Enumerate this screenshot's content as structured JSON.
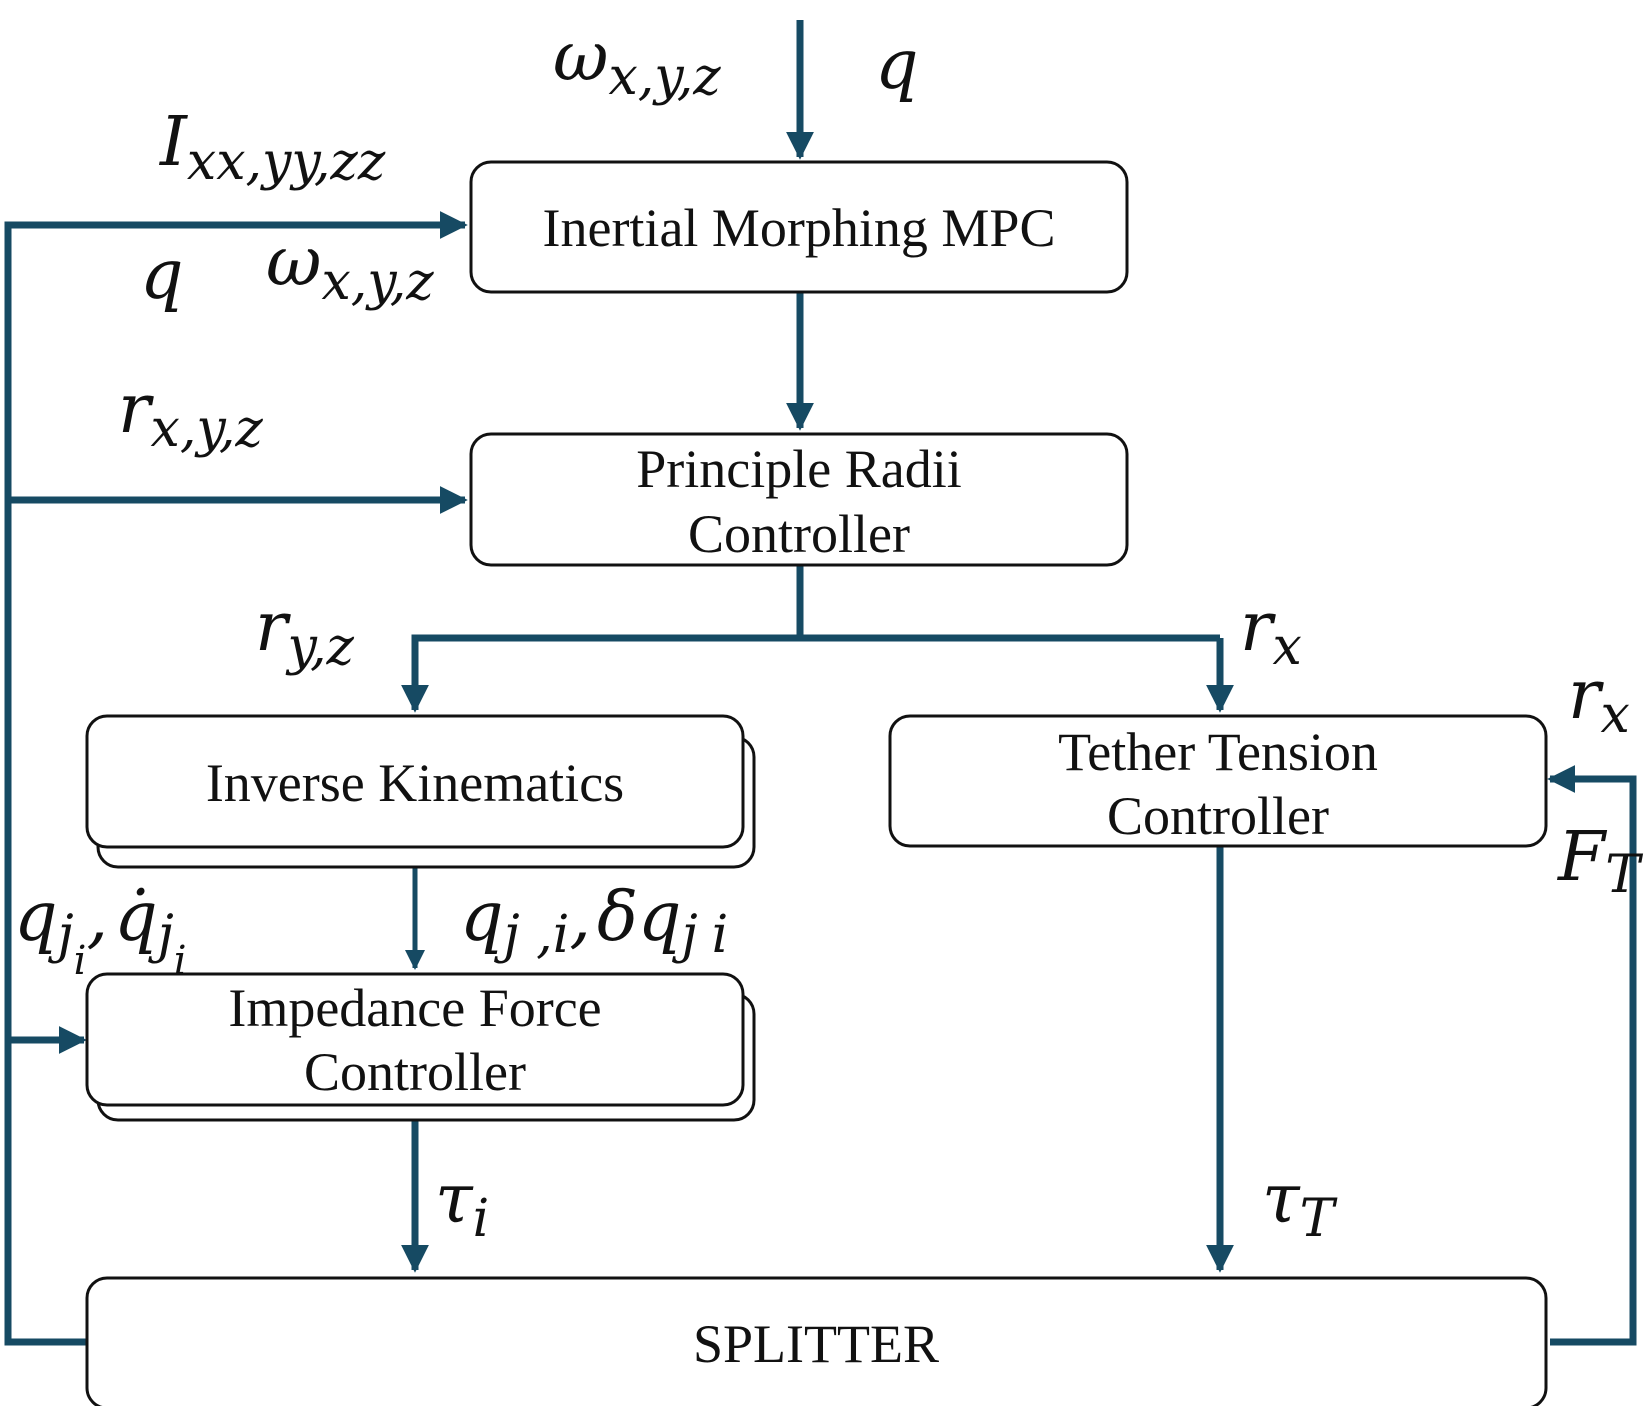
{
  "colors": {
    "line": "#164a63",
    "box_stroke": "#111111",
    "text": "#111111"
  },
  "blocks": {
    "mpc": "Inertial Morphing MPC",
    "radii_1": "Principle Radii",
    "radii_2": "Controller",
    "ik": "Inverse Kinematics",
    "tether_1": "Tether Tension",
    "tether_2": "Controller",
    "impedance_1": "Impedance Force",
    "impedance_2": "Controller",
    "splitter": "SPLITTER"
  },
  "signals": {
    "omega_sym": "ω",
    "omega_sub": "x,y,z",
    "q_sym": "q",
    "I_sym": "I",
    "I_sub": "xx,yy,zz",
    "r_sym": "r",
    "r_sub_xyz": "x,y,z",
    "r_sub_yz": "y,z",
    "r_sub_x": "x",
    "qj_sym": "q",
    "qj_sub": "j",
    "qj_subsub": "i",
    "comma": ",",
    "qdot_sym": "q̇",
    "qj2_sub": "j ,i",
    "dq_sym": "δq",
    "dq_sub": "j",
    "tau_sym": "τ",
    "tau_sub_i": "i",
    "tau_sub_T": "T",
    "F_sym": "F",
    "F_sub": "T"
  }
}
